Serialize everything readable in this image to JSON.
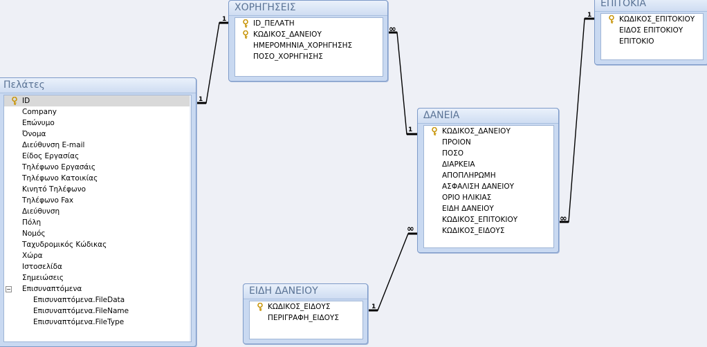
{
  "tables": {
    "customers": {
      "title": "Πελάτες",
      "fields": [
        {
          "name": "ID",
          "key": true,
          "selected": true
        },
        {
          "name": "Company"
        },
        {
          "name": "Επώνυμο"
        },
        {
          "name": "Όνομα"
        },
        {
          "name": "Διεύθυνση E-mail"
        },
        {
          "name": "Είδος Εργασίας"
        },
        {
          "name": "Τηλέφωνο Εργασάις"
        },
        {
          "name": "Τηλέφωνο Κατοικίας"
        },
        {
          "name": "Κινητό Τηλέφωνο"
        },
        {
          "name": "Τηλέφωνο Fax"
        },
        {
          "name": "Διεύθυνση"
        },
        {
          "name": "Πόλη"
        },
        {
          "name": "Νομός"
        },
        {
          "name": "Ταχυδρομικός Κώδικας"
        },
        {
          "name": "Χώρα"
        },
        {
          "name": "Ιστοσελίδα"
        },
        {
          "name": "Σημειώσεις"
        },
        {
          "name": "Επισυναπτόμενα",
          "expand": "−"
        },
        {
          "name": "Επισυναπτόμενα.FileData",
          "sub": true
        },
        {
          "name": "Επισυναπτόμενα.FileName",
          "sub": true
        },
        {
          "name": "Επισυναπτόμενα.FileType",
          "sub": true
        }
      ]
    },
    "grants": {
      "title": "ΧΟΡΗΓΗΣΕΙΣ",
      "fields": [
        {
          "name": "ID_ΠΕΛΑΤΗ",
          "key": true
        },
        {
          "name": "ΚΩΔΙΚΟΣ_ΔΑΝΕΙΟΥ",
          "key": true
        },
        {
          "name": "ΗΜΕΡΟΜΗΝΙΑ_ΧΟΡΗΓΗΣΗΣ"
        },
        {
          "name": "ΠΟΣΟ_ΧΟΡΗΓΗΣΗΣ"
        }
      ]
    },
    "loans": {
      "title": "ΔΑΝΕΙΑ",
      "fields": [
        {
          "name": "ΚΩΔΙΚΟΣ_ΔΑΝΕΙΟΥ",
          "key": true
        },
        {
          "name": "ΠΡΟΙΟΝ"
        },
        {
          "name": "ΠΟΣΟ"
        },
        {
          "name": "ΔΙΑΡΚΕΙΑ"
        },
        {
          "name": "ΑΠΟΠΛΗΡΩΜΗ"
        },
        {
          "name": "ΑΣΦΑΛΙΣΗ ΔΑΝΕΙΟΥ"
        },
        {
          "name": "ΟΡΙΟ ΗΛΙΚΙΑΣ"
        },
        {
          "name": "ΕΙΔΗ ΔΑΝΕΙΟΥ"
        },
        {
          "name": "ΚΩΔΙΚΟΣ_ΕΠΙΤΟΚΙΟΥ"
        },
        {
          "name": "ΚΩΔΙΚΟΣ_ΕΙΔΟΥΣ"
        }
      ]
    },
    "interest": {
      "title": "ΕΠΙΤΟΚΙΑ",
      "fields": [
        {
          "name": "ΚΩΔΙΚΟΣ_ΕΠΙΤΟΚΙΟΥ",
          "key": true
        },
        {
          "name": "ΕΙΔΟΣ ΕΠΙΤΟΚΙΟΥ"
        },
        {
          "name": "ΕΠΙΤΟΚΙΟ"
        }
      ]
    },
    "loan_types": {
      "title": "ΕΙΔΗ ΔΑΝΕΙΟΥ",
      "fields": [
        {
          "name": "ΚΩΔΙΚΟΣ_ΕΙΔΟΥΣ",
          "key": true
        },
        {
          "name": "ΠΕΡΙΓΡΑΦΗ_ΕΙΔΟΥΣ"
        }
      ]
    }
  },
  "relationships": [
    {
      "from": "customers",
      "to": "grants",
      "from_label": "1",
      "to_label": "1"
    },
    {
      "from": "grants",
      "to": "loans",
      "from_label": "∞",
      "to_label": "1"
    },
    {
      "from": "loans",
      "to": "interest",
      "from_label": "∞",
      "to_label": "1"
    },
    {
      "from": "loan_types",
      "to": "loans",
      "from_label": "1",
      "to_label": "∞"
    }
  ],
  "colors": {
    "title_text": "#5a7395",
    "frame": "#c9d9f1",
    "selected_row": "#d9d9d9",
    "key_icon": "#d4a017"
  }
}
